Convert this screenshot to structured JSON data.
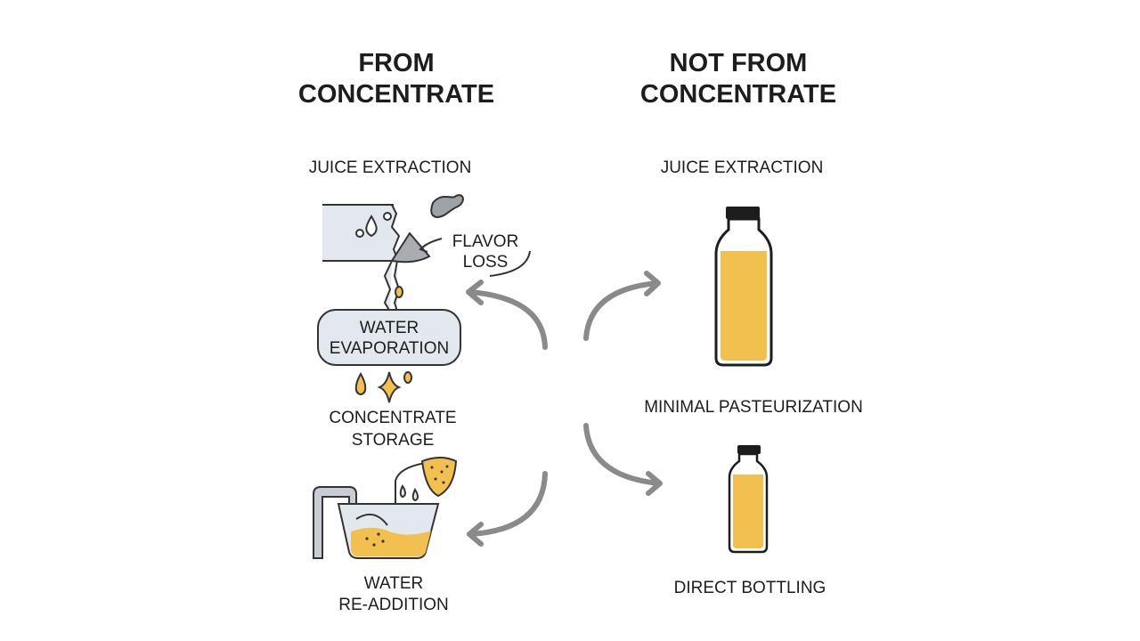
{
  "left": {
    "title_line1": "FROM",
    "title_line2": "CONCENTRATE",
    "steps": {
      "extraction": "JUICE EXTRACTION",
      "flavor_loss_1": "FLAVOR",
      "flavor_loss_2": "LOSS",
      "evaporation_1": "WATER",
      "evaporation_2": "EVAPORATION",
      "storage_1": "CONCENTRATE",
      "storage_2": "STORAGE",
      "readdition_1": "WATER",
      "readdition_2": "RE-ADDITION"
    }
  },
  "right": {
    "title_line1": "NOT FROM",
    "title_line2": "CONCENTRATE",
    "steps": {
      "extraction": "JUICE EXTRACTION",
      "pasteurization": "MINIMAL PASTEURIZATION",
      "bottling": "DIRECT BOTTLING"
    }
  },
  "colors": {
    "juice": "#f2c04f",
    "arrow": "#8a8a8a",
    "pipe": "#e3e8ee",
    "ink": "#333333"
  }
}
